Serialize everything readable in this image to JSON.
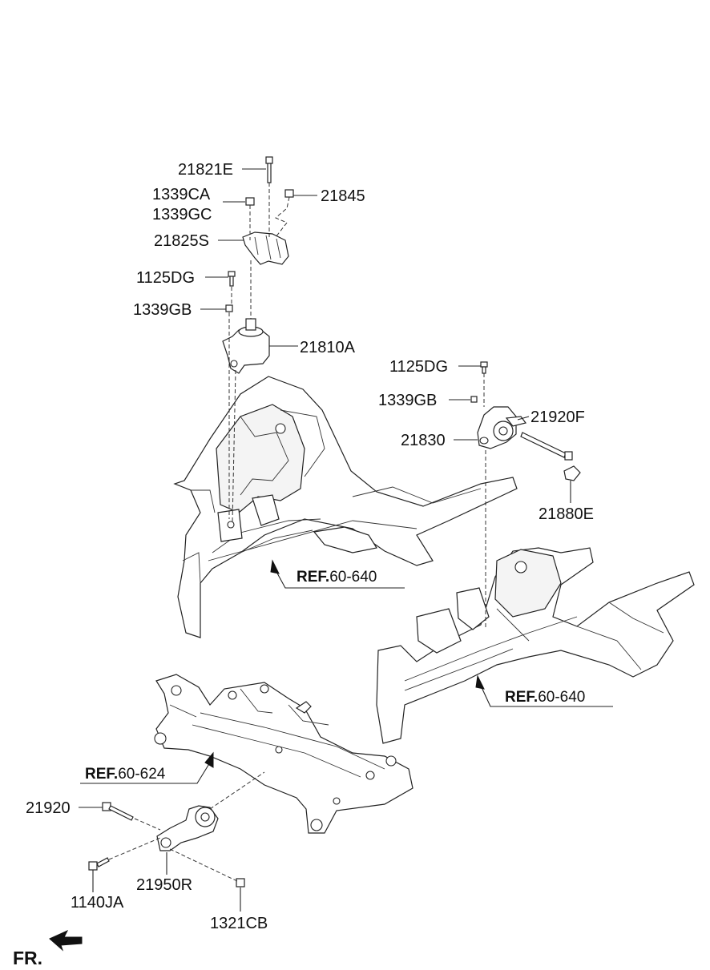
{
  "labels": {
    "p21821E": "21821E",
    "p1339CA": "1339CA",
    "p1339GC": "1339GC",
    "p21845": "21845",
    "p21825S": "21825S",
    "p1125DG_left": "1125DG",
    "p1339GB_left": "1339GB",
    "p21810A": "21810A",
    "p1125DG_right": "1125DG",
    "p1339GB_right": "1339GB",
    "p21920F": "21920F",
    "p21830": "21830",
    "p21880E": "21880E",
    "p21920": "21920",
    "p1140JA": "1140JA",
    "p21950R": "21950R",
    "p1321CB": "1321CB"
  },
  "refs": {
    "ref_upper": {
      "prefix": "REF.",
      "number": "60-640"
    },
    "ref_right": {
      "prefix": "REF.",
      "number": "60-640"
    },
    "ref_lower": {
      "prefix": "REF.",
      "number": "60-624"
    }
  },
  "front_indicator": {
    "label": "FR."
  }
}
